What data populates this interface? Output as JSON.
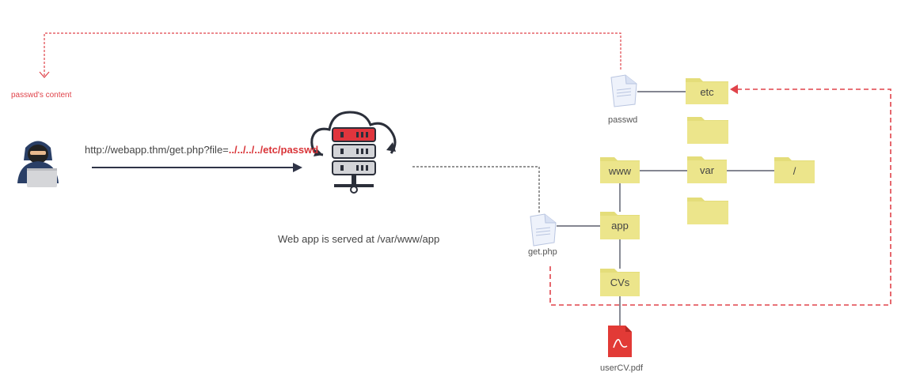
{
  "colors": {
    "folder": "#ece58b",
    "folder_tab": "#e4dd7a",
    "accent_red": "#e0434a",
    "line_dark": "#3a3f4f",
    "dashed_gray": "#555555",
    "pdf_red": "#e23a36"
  },
  "labels": {
    "passwd_content": "passwd's content",
    "url_prefix": "http://webapp.thm/get.php?file=",
    "url_payload": "../../../../etc/passwd",
    "served_note": "Web app is served at /var/www/app"
  },
  "files": {
    "passwd": "passwd",
    "get_php": "get.php",
    "user_cv": "userCV.pdf"
  },
  "folders": {
    "etc": "etc",
    "var": "var",
    "root": "/",
    "www": "www",
    "app": "app",
    "cvs": "CVs"
  },
  "icons": {
    "attacker": "hacker-icon",
    "server": "cloud-server-icon",
    "document": "document-icon",
    "pdf": "pdf-icon",
    "folder": "folder-icon"
  }
}
